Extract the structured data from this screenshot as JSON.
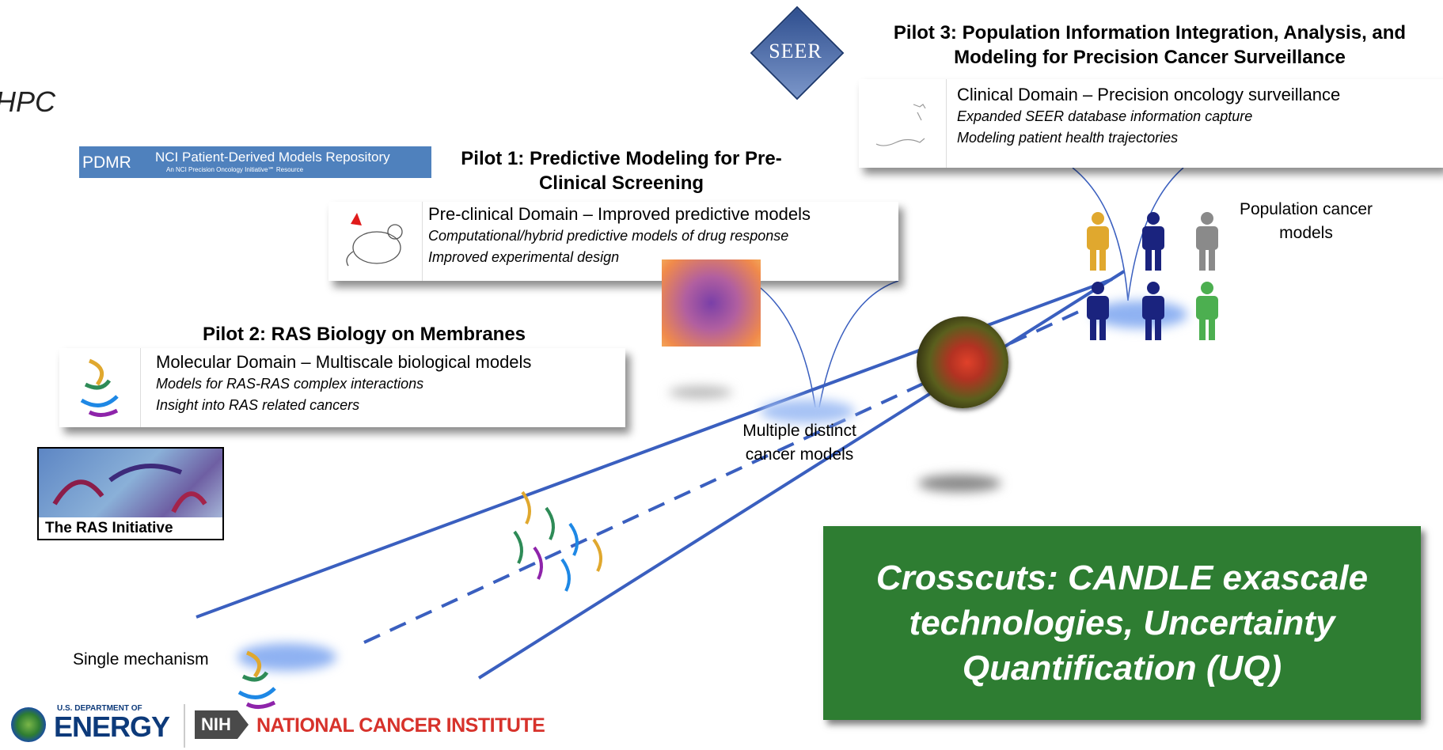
{
  "hpc_fragment": "HPC",
  "pilot3": {
    "title": "Pilot 3: Population Information Integration, Analysis, and Modeling for Precision Cancer Surveillance",
    "domain": "Clinical Domain – Precision oncology surveillance",
    "line1": "Expanded SEER database information capture",
    "line2": "Modeling patient health trajectories",
    "logo": "SEER"
  },
  "pilot1": {
    "title": "Pilot 1: Predictive Modeling for Pre-Clinical Screening",
    "domain": "Pre-clinical Domain – Improved predictive models",
    "line1": "Computational/hybrid predictive models of drug response",
    "line2": "Improved experimental design"
  },
  "pdmr": {
    "abbr": "PDMR",
    "name": "NCI Patient-Derived Models Repository",
    "sub": "An NCI Precision Oncology Initiative℠ Resource"
  },
  "pilot2": {
    "title": "Pilot 2: RAS Biology on Membranes",
    "domain": "Molecular Domain – Multiscale biological models",
    "line1": "Models for RAS-RAS complex interactions",
    "line2": "Insight into RAS related cancers"
  },
  "ras_initiative": "The RAS Initiative",
  "labels": {
    "population": "Population cancer models",
    "multiple": "Multiple distinct cancer models",
    "single": "Single mechanism"
  },
  "crosscut": "Crosscuts: CANDLE exascale technologies, Uncertainty Quantification (UQ)",
  "footer": {
    "doe_top": "U.S. DEPARTMENT OF",
    "doe": "ENERGY",
    "nih": "NIH",
    "nci": "NATIONAL CANCER INSTITUTE"
  },
  "colors": {
    "accent_blue": "#3a5fbf",
    "crosscut_green": "#2e7d32",
    "nci_red": "#d7322b",
    "person_navy": "#1a237e",
    "person_gold": "#e0a82e",
    "person_gray": "#8a8a8a",
    "person_green": "#4caf50"
  }
}
